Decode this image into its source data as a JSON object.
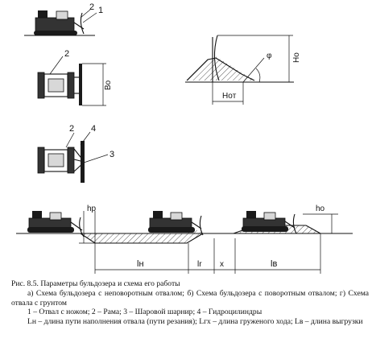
{
  "figure": {
    "callouts": {
      "c1": "1",
      "c2": "2",
      "c2b": "2",
      "c2c": "2",
      "c3": "3",
      "c4": "4"
    },
    "dims": {
      "bo": "Bo",
      "ho": "Ho",
      "phi": "φ",
      "hot": "Hoт",
      "hp": "hp",
      "ho2": "ho"
    },
    "bottom": {
      "ln": "lн",
      "lr": "lr",
      "x": "x",
      "lv": "lв"
    }
  },
  "caption": {
    "title": "Рис. 8.5. Параметры бульдозера и схема его работы",
    "line_a": "а) Схема бульдозера с неповоротным отвалом; б) Схема бульдозера с поворотным отвалом; г) Схема отвала с грунтом",
    "line_parts": "1 – Отвал с ножом; 2 – Рама; 3 – Шаровой шарнир; 4 – Гидроцилиндры",
    "line_l": "Lн – длина пути наполнения отвала (пути резания); Lгх – длина груженого хода; Lв – длина выгрузки"
  }
}
